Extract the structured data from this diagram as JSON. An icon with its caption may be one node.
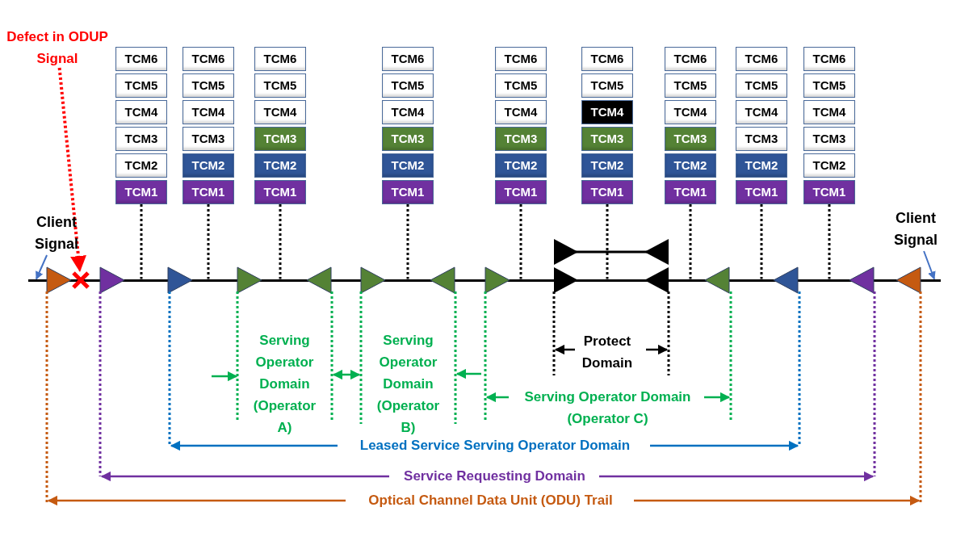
{
  "diagram": {
    "nodes": [
      {
        "text": [
          "Defect in ODUP Signal"
        ]
      },
      {
        "text": [
          "TCM6"
        ]
      },
      {
        "text": [
          "TCM5"
        ]
      },
      {
        "text": [
          "TCM4"
        ]
      },
      {
        "text": [
          "TCM3"
        ]
      },
      {
        "text": [
          "TCM2"
        ]
      },
      {
        "text": [
          "TCM1"
        ]
      },
      {
        "text": [
          "TCM6"
        ]
      },
      {
        "text": [
          "TCM5"
        ]
      },
      {
        "text": [
          "TCM4"
        ]
      },
      {
        "text": [
          "TCM3"
        ]
      },
      {
        "text": [
          "TCM2"
        ]
      },
      {
        "text": [
          "TCM1"
        ]
      },
      {
        "text": [
          "TCM6"
        ]
      },
      {
        "text": [
          "TCM5"
        ]
      },
      {
        "text": [
          "TCM4"
        ]
      },
      {
        "text": [
          "TCM3"
        ]
      },
      {
        "text": [
          "TCM2"
        ]
      },
      {
        "text": [
          "TCM1"
        ]
      },
      {
        "text": [
          "TCM6"
        ]
      },
      {
        "text": [
          "TCM5"
        ]
      },
      {
        "text": [
          "TCM4"
        ]
      },
      {
        "text": [
          "TCM3"
        ]
      },
      {
        "text": [
          "TCM2"
        ]
      },
      {
        "text": [
          "TCM1"
        ]
      },
      {
        "text": [
          "TCM6"
        ]
      },
      {
        "text": [
          "TCM5"
        ]
      },
      {
        "text": [
          "TCM4"
        ]
      },
      {
        "text": [
          "TCM3"
        ]
      },
      {
        "text": [
          "TCM2"
        ]
      },
      {
        "text": [
          "TCM1"
        ]
      },
      {
        "text": [
          "TCM6"
        ]
      },
      {
        "text": [
          "TCM5"
        ]
      },
      {
        "text": [
          "TCM4"
        ]
      },
      {
        "text": [
          "TCM3"
        ]
      },
      {
        "text": [
          "TCM2"
        ]
      },
      {
        "text": [
          "TCM1"
        ]
      },
      {
        "text": [
          "TCM6"
        ]
      },
      {
        "text": [
          "TCM5"
        ]
      },
      {
        "text": [
          "TCM4"
        ]
      },
      {
        "text": [
          "TCM3"
        ]
      },
      {
        "text": [
          "TCM2"
        ]
      },
      {
        "text": [
          "TCM1"
        ]
      },
      {
        "text": [
          "TCM6"
        ]
      },
      {
        "text": [
          "TCM5"
        ]
      },
      {
        "text": [
          "TCM4"
        ]
      },
      {
        "text": [
          "TCM3"
        ]
      },
      {
        "text": [
          "TCM2"
        ]
      },
      {
        "text": [
          "TCM1"
        ]
      },
      {
        "text": [
          "TCM6"
        ]
      },
      {
        "text": [
          "TCM5"
        ]
      },
      {
        "text": [
          "TCM4"
        ]
      },
      {
        "text": [
          "TCM3"
        ]
      },
      {
        "text": [
          "TCM2"
        ]
      },
      {
        "text": [
          "TCM1"
        ]
      },
      {
        "text": [
          "Client Signal"
        ]
      },
      {
        "text": [
          "Client Signal"
        ]
      },
      {
        "text": [],
        "shape": "cross"
      },
      {
        "text": [],
        "shape": "bar"
      }
    ],
    "edges": [
      {
        "from": 0,
        "to": 57,
        "arrow": "to",
        "style": "dashed",
        "color": "#ff0000"
      },
      {
        "from": 55,
        "to": 58,
        "arrow": "to",
        "color": "#4472c4"
      },
      {
        "from": 56,
        "to": 58,
        "arrow": "to",
        "color": "#4472c4"
      },
      {
        "from": 6,
        "to": 58,
        "arrow": "none",
        "style": "dashed"
      },
      {
        "from": 12,
        "to": 58,
        "arrow": "none",
        "style": "dashed"
      },
      {
        "from": 18,
        "to": 58,
        "arrow": "none",
        "style": "dashed"
      },
      {
        "from": 24,
        "to": 58,
        "arrow": "none",
        "style": "dashed"
      },
      {
        "from": 30,
        "to": 58,
        "arrow": "none",
        "style": "dashed"
      },
      {
        "from": 36,
        "to": 58,
        "arrow": "none",
        "style": "dashed"
      },
      {
        "from": 42,
        "to": 58,
        "arrow": "none",
        "style": "dashed"
      },
      {
        "from": 48,
        "to": 58,
        "arrow": "none",
        "style": "dashed"
      },
      {
        "from": 54,
        "to": 58,
        "arrow": "none",
        "style": "dashed"
      }
    ],
    "labels": [
      "Serving Operator Domain (Operator A)",
      "Serving Operator Domain (Operator B)",
      "Protect Domain",
      "Serving Operator Domain (Operator C)",
      "Leased Service Serving Operator Domain",
      "Service Requesting Domain",
      "Optical Channel Data Unit (ODU) Trail"
    ]
  }
}
